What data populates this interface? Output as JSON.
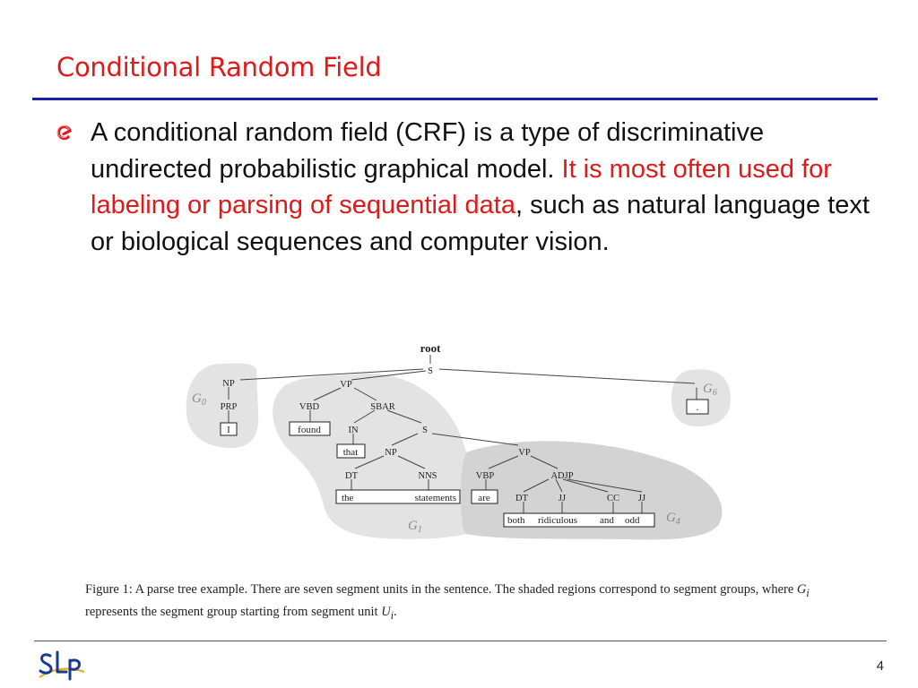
{
  "slide": {
    "title": "Conditional Random Field",
    "page_number": "4"
  },
  "bullet": {
    "text_part1": "A conditional random field (CRF) is a type of discriminative undirected probabilistic graphical model. ",
    "text_highlight": "It is most often used for labeling or parsing of sequential data",
    "text_part2": ", such as natural language text or biological sequences and computer vision."
  },
  "figure": {
    "nodes": {
      "root": "root",
      "s": "S",
      "np": "NP",
      "prp": "PRP",
      "vp": "VP",
      "vbd": "VBD",
      "sbar": "SBAR",
      "in": "IN",
      "s2": "S",
      "np2": "NP",
      "dt": "DT",
      "nns": "NNS",
      "vp2": "VP",
      "vbp": "VBP",
      "adjp": "ADJP",
      "dt2": "DT",
      "jj1": "JJ",
      "cc": "CC",
      "jj2": "JJ",
      "dot": "."
    },
    "words": {
      "i": "I",
      "found": "found",
      "that": "that",
      "the": "the",
      "statements": "statements",
      "are": "are",
      "both": "both",
      "ridiculous": "ridiculous",
      "and": "and",
      "odd": "odd",
      "period": "."
    },
    "groups": {
      "g0_base": "G",
      "g0_sub": "0",
      "g1_base": "G",
      "g1_sub": "1",
      "g4_base": "G",
      "g4_sub": "4",
      "g6_base": "G",
      "g6_sub": "6"
    },
    "caption": {
      "p1": "Figure 1:  A parse tree example.  There are seven segment units in the sentence.  The shaded regions correspond to segment groups, where ",
      "gi_base": "G",
      "gi_sub": "i",
      "p2": " represents the segment group starting from segment unit ",
      "ui_base": "U",
      "ui_sub": "i",
      "p3": "."
    }
  },
  "colors": {
    "title": "#e01a1a",
    "rule": "#1a21a8",
    "highlight": "#e01a1a",
    "region_fill": "#e3e3e3",
    "inner_region_fill": "#d3d3d3"
  },
  "icons": {
    "bullet": "swirl-bullet-icon",
    "logo": "slp-logo"
  }
}
